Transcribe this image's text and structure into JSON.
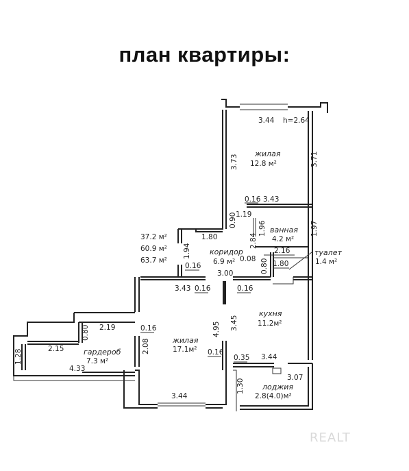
{
  "title": "план квартиры:",
  "watermark": "REALT",
  "totals": [
    "37.2 м²",
    "60.9 м²",
    "63.7 м²"
  ],
  "rooms": {
    "living1": {
      "name": "жилая",
      "area": "12.8 м²"
    },
    "bath": {
      "name": "ванная",
      "area": "4.2 м²"
    },
    "corridor": {
      "name": "коридор",
      "area": "6.9 м²"
    },
    "toilet": {
      "name": "туалет",
      "area": "1.4 м²"
    },
    "kitchen": {
      "name": "кухня",
      "area": "11.2м²"
    },
    "living2": {
      "name": "жилая",
      "area": "17.1м²"
    },
    "wardrobe": {
      "name": "гардероб",
      "area": "7.3 м²"
    },
    "loggia": {
      "name": "лоджия",
      "area": "2.8(4.0)м²"
    }
  },
  "dims": {
    "top_width": "3.44",
    "height": "h=2.64",
    "l1_left": "3.73",
    "l1_right": "3.71",
    "d_016_a": "0.16",
    "d_343_a": "3.43",
    "d_119": "1.19",
    "d_090": "0.90",
    "d_180_a": "1.80",
    "d_196": "1.96",
    "d_197": "1.97",
    "d_284": "2.84",
    "d_216": "2.16",
    "d_008": "0.08",
    "d_180_b": "1.80",
    "d_194": "1.94",
    "d_016_b": "0.16",
    "d_300": "3.00",
    "d_080_a": "0.80",
    "d_343_b": "3.43",
    "d_016_c": "0.16",
    "d_016_d": "0.16",
    "d_219": "2.19",
    "d_080_b": "0.80",
    "d_016_e": "0.16",
    "d_208": "2.08",
    "d_495": "4.95",
    "d_345": "3.45",
    "d_215": "2.15",
    "d_128": "1.28",
    "d_433": "4.33",
    "d_016_f": "0.16",
    "d_035": "0.35",
    "d_344_b": "3.44",
    "d_307": "3.07",
    "d_130": "1.30",
    "d_344_c": "3.44"
  }
}
